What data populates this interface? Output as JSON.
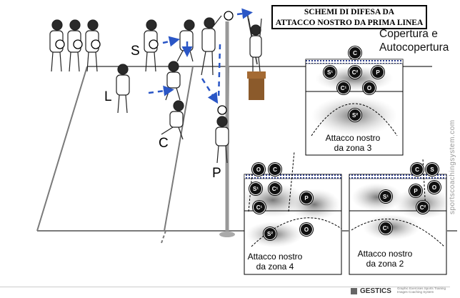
{
  "title": {
    "line1": "SCHEMI DI DIFESA DA",
    "line2": "ATTACCO NOSTRO DA PRIMA LINEA"
  },
  "coverage": {
    "line1": "Copertura e",
    "line2": "Autocopertura"
  },
  "labels": {
    "s": "S",
    "l": "L",
    "c": "C",
    "p": "P"
  },
  "zones": {
    "z3": {
      "line1": "Attacco nostro",
      "line2": "da zona 3"
    },
    "z4": {
      "line1": "Attacco nostro",
      "line2": "da zona 4"
    },
    "z2": {
      "line1": "Attacco nostro",
      "line2": "da zona 2"
    }
  },
  "badges": {
    "c": "C",
    "p": "P",
    "o": "O",
    "s": "S",
    "s1": "S¹",
    "c1": "C¹",
    "c2": "C²",
    "s2": "S²"
  },
  "side_text": "sportscoachingsystem.com",
  "brand": {
    "name": "GESTICS",
    "sub": "Graphic Exercises Sports Training Images Coaching System"
  },
  "colors": {
    "ink": "#000000",
    "line": "#777777",
    "arrow": "#2a56c6",
    "shade": "#9a9a9a"
  }
}
